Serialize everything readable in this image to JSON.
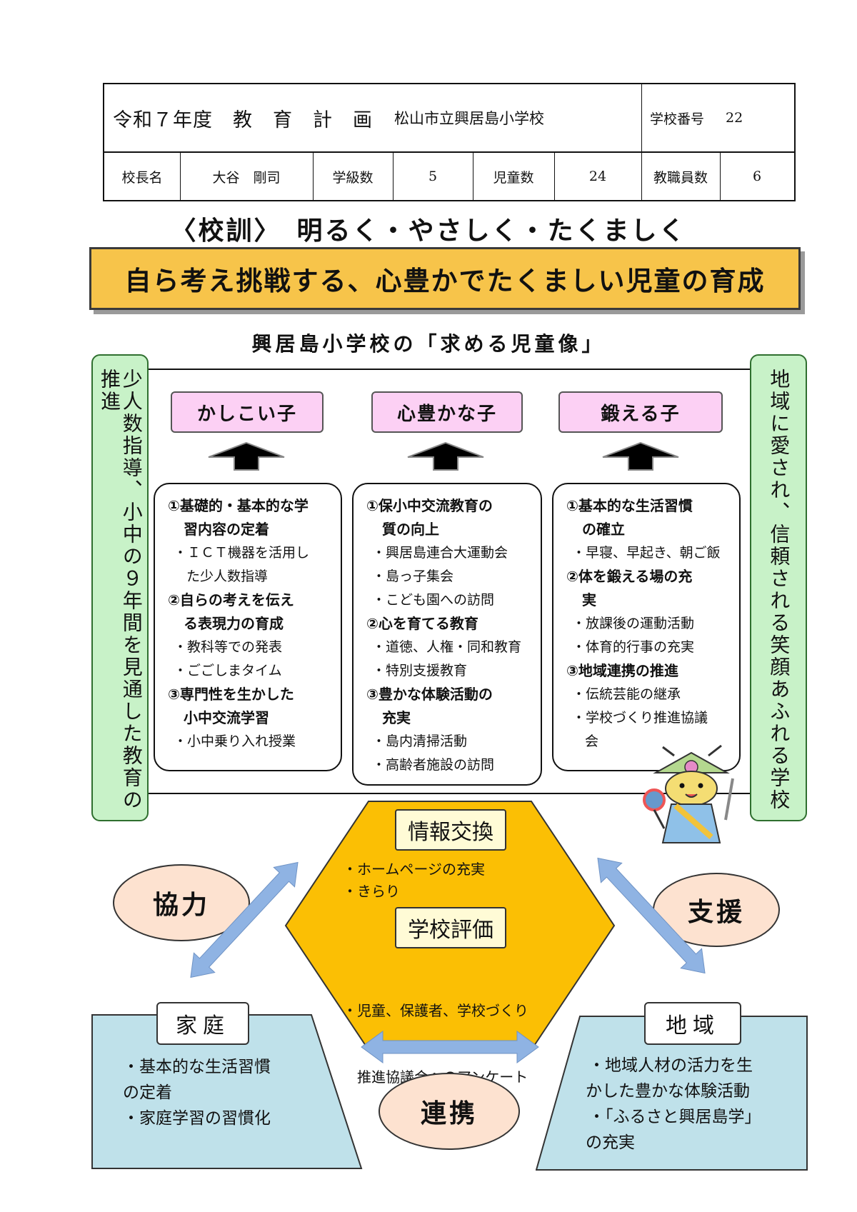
{
  "header": {
    "title": "令和７年度　教　育　計　画",
    "school_name": "松山市立興居島小学校",
    "school_number_label": "学校番号",
    "school_number": "22",
    "principal_label": "校長名",
    "principal": "大谷　剛司",
    "classes_label": "学級数",
    "classes": "5",
    "students_label": "児童数",
    "students": "24",
    "staff_label": "教職員数",
    "staff": "6"
  },
  "motto": "〈校訓〉　明るく・やさしく・たくましく",
  "goal": "自ら考え挑戦する、心豊かでたくましい児童の育成",
  "ideal_title": "興居島小学校の「求める児童像」",
  "side_left": "少人数指導、小中の９年間を見通した教育の推進",
  "side_right": "地域に愛され、信頼される笑顔あふれる学校",
  "pillars": [
    {
      "label": "かしこい子",
      "lines": [
        {
          "t": "h",
          "text": "①基礎的・基本的な学"
        },
        {
          "t": "h2",
          "text": "習内容の定着"
        },
        {
          "t": "b",
          "text": "・ＩＣＴ機器を活用し"
        },
        {
          "t": "b2",
          "text": "た少人数指導"
        },
        {
          "t": "h",
          "text": "②自らの考えを伝え"
        },
        {
          "t": "h2",
          "text": "る表現力の育成"
        },
        {
          "t": "b",
          "text": "・教科等での発表"
        },
        {
          "t": "b",
          "text": "・ごごしまタイム"
        },
        {
          "t": "h",
          "text": "③専門性を生かした"
        },
        {
          "t": "h2",
          "text": "小中交流学習"
        },
        {
          "t": "b",
          "text": "・小中乗り入れ授業"
        }
      ]
    },
    {
      "label": "心豊かな子",
      "lines": [
        {
          "t": "h",
          "text": "①保小中交流教育の"
        },
        {
          "t": "h2",
          "text": "質の向上"
        },
        {
          "t": "b",
          "text": "・興居島連合大運動会"
        },
        {
          "t": "b",
          "text": "・島っ子集会"
        },
        {
          "t": "b",
          "text": "・こども園への訪問"
        },
        {
          "t": "h",
          "text": "②心を育てる教育"
        },
        {
          "t": "b",
          "text": "・道徳、人権・同和教育"
        },
        {
          "t": "b",
          "text": "・特別支援教育"
        },
        {
          "t": "h",
          "text": "③豊かな体験活動の"
        },
        {
          "t": "h2",
          "text": "充実"
        },
        {
          "t": "b",
          "text": "・島内清掃活動"
        },
        {
          "t": "b",
          "text": "・高齢者施設の訪問"
        }
      ]
    },
    {
      "label": "鍛える子",
      "lines": [
        {
          "t": "h",
          "text": "①基本的な生活習慣"
        },
        {
          "t": "h2",
          "text": "の確立"
        },
        {
          "t": "b",
          "text": "・早寝、早起き、朝ご飯"
        },
        {
          "t": "h",
          "text": "②体を鍛える場の充"
        },
        {
          "t": "h2",
          "text": "実"
        },
        {
          "t": "b",
          "text": "・放課後の運動活動"
        },
        {
          "t": "b",
          "text": "・体育的行事の充実"
        },
        {
          "t": "h",
          "text": "③地域連携の推進"
        },
        {
          "t": "b",
          "text": "・伝統芸能の継承"
        },
        {
          "t": "b",
          "text": "・学校づくり推進協議"
        },
        {
          "t": "b2",
          "text": "会"
        }
      ]
    }
  ],
  "hexagon": {
    "info_label": "情報交換",
    "info_items": [
      "・ホームページの充実",
      "・きらり"
    ],
    "eval_label": "学校評価",
    "eval_items": [
      "・児童、保護者、学校づくり",
      "　推進協議会へのアンケート"
    ]
  },
  "relations": {
    "cooperation": "協力",
    "support": "支援",
    "collaboration": "連携"
  },
  "home": {
    "label": "家庭",
    "items": [
      "・基本的な生活習慣",
      "の定着",
      "・家庭学習の習慣化"
    ]
  },
  "community": {
    "label": "地域",
    "items": [
      "・地域人材の活力を生",
      "かした豊かな体験活動",
      "・「ふるさと興居島学」",
      "の充実"
    ]
  },
  "colors": {
    "goal_bg": "#f7c44a",
    "side_bg": "#c8f2c8",
    "pillar_bg": "#fcd0f4",
    "hexagon_bg": "#fbbf04",
    "oval_bg": "#fde2d0",
    "blue_box_bg": "#bfe1ea",
    "arrow_blue": "#8fb3e3"
  }
}
